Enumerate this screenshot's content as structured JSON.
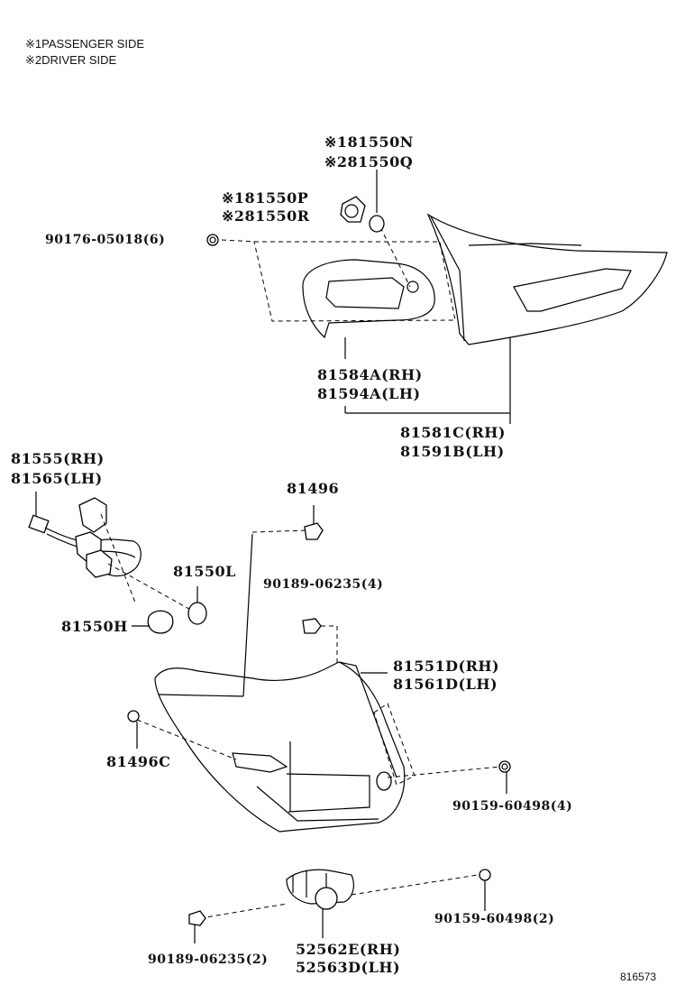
{
  "notes": [
    {
      "mark": "※1",
      "text": "PASSENGER SIDE"
    },
    {
      "mark": "※2",
      "text": "DRIVER SIDE"
    }
  ],
  "labels": {
    "p81550n": {
      "mark": "※1",
      "text": "81550N"
    },
    "p81550q": {
      "mark": "※2",
      "text": "81550Q"
    },
    "p81550p": {
      "mark": "※1",
      "text": "81550P"
    },
    "p81550r": {
      "mark": "※2",
      "text": "81550R"
    },
    "p90176": "90176-05018(6)",
    "p81584a": "81584A(RH)",
    "p81594a": "81594A(LH)",
    "p81581c": "81581C(RH)",
    "p81591b": "81591B(LH)",
    "p81555": "81555(RH)",
    "p81565": "81565(LH)",
    "p81496": "81496",
    "p81550l": "81550L",
    "p90189a": "90189-06235(4)",
    "p81550h": "81550H",
    "p81551d": "81551D(RH)",
    "p81561d": "81561D(LH)",
    "p81496c": "81496C",
    "p90159a": "90159-60498(4)",
    "p90159b": "90159-60498(2)",
    "p90189b": "90189-06235(2)",
    "p52562e": "52562E(RH)",
    "p52563d": "52563D(LH)"
  },
  "reference_number": "816573"
}
